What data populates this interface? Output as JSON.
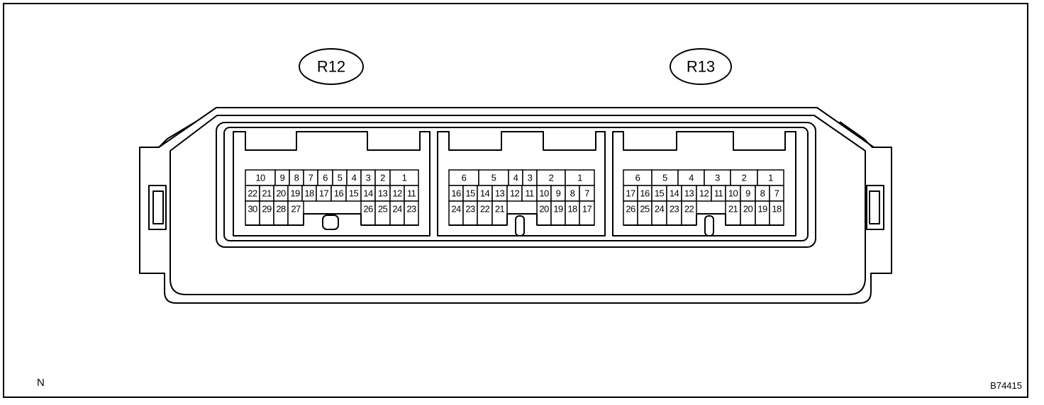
{
  "labels": {
    "left": "R12",
    "right": "R13",
    "corner_left": "N",
    "corner_right": "B74415"
  },
  "connectors": [
    {
      "name": "R12",
      "rows": [
        [
          "10",
          "9",
          "8",
          "7",
          "6",
          "5",
          "4",
          "3",
          "2",
          "1"
        ],
        [
          "22",
          "21",
          "20",
          "19",
          "18",
          "17",
          "16",
          "15",
          "14",
          "13",
          "12",
          "11"
        ],
        [
          "30",
          "29",
          "28",
          "27",
          "26",
          "25",
          "24",
          "23"
        ]
      ]
    },
    {
      "name": "R13-a",
      "rows": [
        [
          "6",
          "5",
          "4",
          "3",
          "2",
          "1"
        ],
        [
          "16",
          "15",
          "14",
          "13",
          "12",
          "11",
          "10",
          "9",
          "8",
          "7"
        ],
        [
          "24",
          "23",
          "22",
          "21",
          "20",
          "19",
          "18",
          "17"
        ]
      ]
    },
    {
      "name": "R13-b",
      "rows": [
        [
          "6",
          "5",
          "4",
          "3",
          "2",
          "1"
        ],
        [
          "17",
          "16",
          "15",
          "14",
          "13",
          "12",
          "11",
          "10",
          "9",
          "8",
          "7"
        ],
        [
          "26",
          "25",
          "24",
          "23",
          "22",
          "21",
          "20",
          "19",
          "18"
        ]
      ]
    }
  ]
}
